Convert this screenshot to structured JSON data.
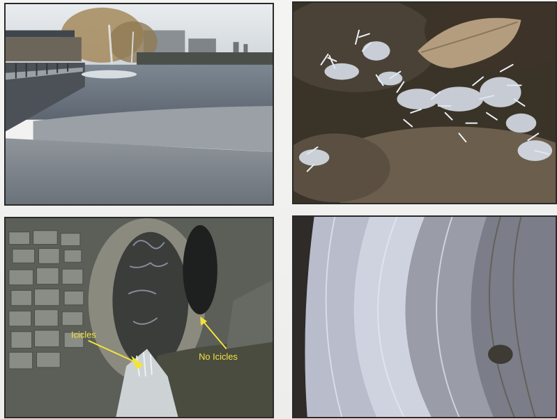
{
  "photos": [
    {
      "subject": "riverside-walkway-with-ice"
    },
    {
      "subject": "frost-needles-on-leaf-litter"
    },
    {
      "subject": "culvert-under-stone-bridge",
      "annotations": {
        "icicles_label": "Icicles",
        "no_icicles_label": "No Icicles",
        "arrow_color": "#f2e43a"
      }
    },
    {
      "subject": "layered-ice-texture"
    }
  ]
}
